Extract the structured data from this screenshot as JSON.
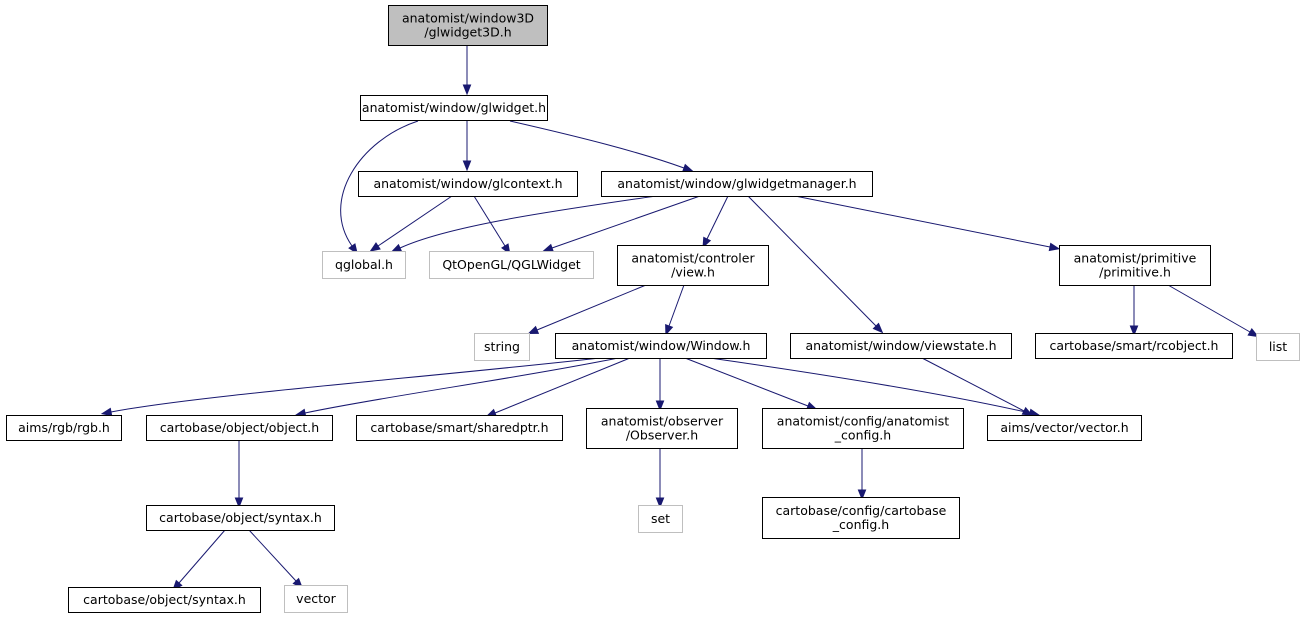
{
  "colors": {
    "edge": "#191970",
    "node_border": "#000000",
    "external_border": "#bfbfbf",
    "root_fill": "#bfbfbf",
    "fill": "#ffffff"
  },
  "nodes": [
    {
      "id": "glwidget3d",
      "lines": [
        "anatomist/window3D",
        "/glwidget3D.h"
      ],
      "kind": "root"
    },
    {
      "id": "glwidget",
      "lines": [
        "anatomist/window/glwidget.h"
      ],
      "kind": "internal"
    },
    {
      "id": "glcontext",
      "lines": [
        "anatomist/window/glcontext.h"
      ],
      "kind": "internal"
    },
    {
      "id": "glwidgetmanager",
      "lines": [
        "anatomist/window/glwidgetmanager.h"
      ],
      "kind": "internal"
    },
    {
      "id": "qglobal",
      "lines": [
        "qglobal.h"
      ],
      "kind": "external"
    },
    {
      "id": "qglwidget",
      "lines": [
        "QtOpenGL/QGLWidget"
      ],
      "kind": "external"
    },
    {
      "id": "view",
      "lines": [
        "anatomist/controler",
        "/view.h"
      ],
      "kind": "internal"
    },
    {
      "id": "primitive",
      "lines": [
        "anatomist/primitive",
        "/primitive.h"
      ],
      "kind": "internal"
    },
    {
      "id": "string",
      "lines": [
        "string"
      ],
      "kind": "external"
    },
    {
      "id": "window",
      "lines": [
        "anatomist/window/Window.h"
      ],
      "kind": "internal"
    },
    {
      "id": "viewstate",
      "lines": [
        "anatomist/window/viewstate.h"
      ],
      "kind": "internal"
    },
    {
      "id": "rcobject",
      "lines": [
        "cartobase/smart/rcobject.h"
      ],
      "kind": "internal"
    },
    {
      "id": "list",
      "lines": [
        "list"
      ],
      "kind": "external"
    },
    {
      "id": "rgb",
      "lines": [
        "aims/rgb/rgb.h"
      ],
      "kind": "internal"
    },
    {
      "id": "object",
      "lines": [
        "cartobase/object/object.h"
      ],
      "kind": "internal"
    },
    {
      "id": "sharedptr",
      "lines": [
        "cartobase/smart/sharedptr.h"
      ],
      "kind": "internal"
    },
    {
      "id": "observer",
      "lines": [
        "anatomist/observer",
        "/Observer.h"
      ],
      "kind": "internal"
    },
    {
      "id": "anaconfig",
      "lines": [
        "anatomist/config/anatomist",
        "_config.h"
      ],
      "kind": "internal"
    },
    {
      "id": "vector_h",
      "lines": [
        "aims/vector/vector.h"
      ],
      "kind": "internal"
    },
    {
      "id": "objsyntax",
      "lines": [
        "cartobase/object/syntax.h"
      ],
      "kind": "internal"
    },
    {
      "id": "set",
      "lines": [
        "set"
      ],
      "kind": "external"
    },
    {
      "id": "cbconfig",
      "lines": [
        "cartobase/config/cartobase",
        "_config.h"
      ],
      "kind": "internal"
    },
    {
      "id": "objsyntax2",
      "lines": [
        "cartobase/object/syntax.h"
      ],
      "kind": "internal"
    },
    {
      "id": "vector_std",
      "lines": [
        "vector"
      ],
      "kind": "external"
    }
  ],
  "edges": [
    {
      "from": "glwidget3d",
      "to": "glwidget"
    },
    {
      "from": "glwidget",
      "to": "qglobal"
    },
    {
      "from": "glwidget",
      "to": "glcontext"
    },
    {
      "from": "glwidget",
      "to": "glwidgetmanager"
    },
    {
      "from": "glcontext",
      "to": "qglobal"
    },
    {
      "from": "glcontext",
      "to": "qglwidget"
    },
    {
      "from": "glwidgetmanager",
      "to": "qglobal"
    },
    {
      "from": "glwidgetmanager",
      "to": "qglwidget"
    },
    {
      "from": "glwidgetmanager",
      "to": "view"
    },
    {
      "from": "glwidgetmanager",
      "to": "viewstate"
    },
    {
      "from": "glwidgetmanager",
      "to": "primitive"
    },
    {
      "from": "view",
      "to": "string"
    },
    {
      "from": "view",
      "to": "window"
    },
    {
      "from": "primitive",
      "to": "rcobject"
    },
    {
      "from": "primitive",
      "to": "list"
    },
    {
      "from": "viewstate",
      "to": "vector_h"
    },
    {
      "from": "window",
      "to": "rgb"
    },
    {
      "from": "window",
      "to": "object"
    },
    {
      "from": "window",
      "to": "sharedptr"
    },
    {
      "from": "window",
      "to": "observer"
    },
    {
      "from": "window",
      "to": "anaconfig"
    },
    {
      "from": "window",
      "to": "vector_h"
    },
    {
      "from": "object",
      "to": "objsyntax"
    },
    {
      "from": "observer",
      "to": "set"
    },
    {
      "from": "anaconfig",
      "to": "cbconfig"
    },
    {
      "from": "objsyntax",
      "to": "objsyntax2"
    },
    {
      "from": "objsyntax",
      "to": "vector_std"
    }
  ]
}
